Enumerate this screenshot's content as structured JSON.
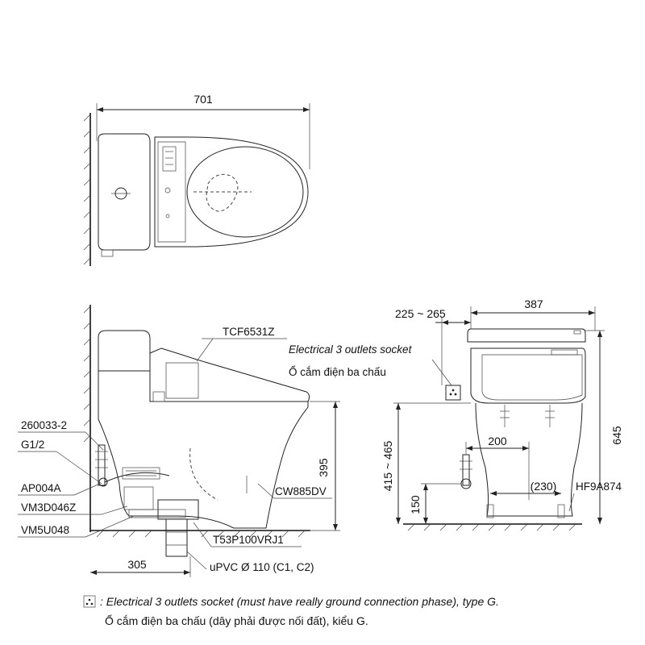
{
  "top_view": {
    "width_dim": "701"
  },
  "side_view": {
    "seat_model": "TCF6531Z",
    "bowl_model": "CW885DV",
    "part_260033": "260033-2",
    "inlet_size": "G1/2",
    "part_ap004a": "AP004A",
    "part_vm3d046z": "VM3D046Z",
    "part_vm5u048": "VM5U048",
    "part_t53p100vrj1": "T53P100VRJ1",
    "pipe_label": "uPVC Ø 110 (C1, C2)",
    "dim_305": "305",
    "dim_395": "395"
  },
  "front_view": {
    "dim_wall_range": "225 ~ 265",
    "dim_387": "387",
    "socket_label_en": "Electrical 3 outlets socket",
    "socket_label_vi": "Ổ cắm điện ba chấu",
    "dim_645": "645",
    "dim_415_465": "415 ~ 465",
    "dim_200": "200",
    "dim_150": "150",
    "dim_230": "(230)",
    "part_hf9a874": "HF9A874"
  },
  "footnote": {
    "line1": ": Electrical 3 outlets socket (must have really ground connection phase), type G.",
    "line2": "Ổ cắm điện ba chấu (dây phải được nối đất), kiểu G."
  },
  "icons": {
    "socket_symbol": "socket-icon"
  }
}
